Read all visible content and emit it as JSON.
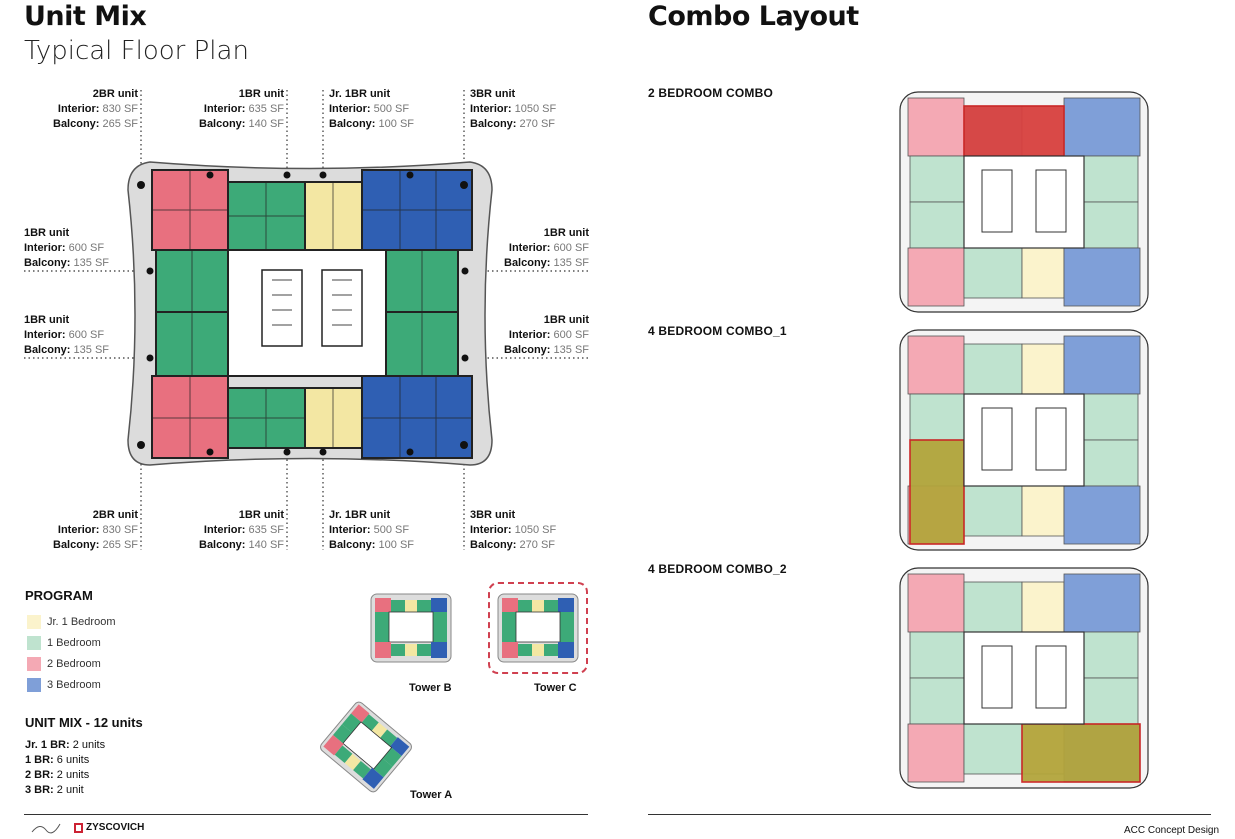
{
  "left": {
    "title": "Unit Mix",
    "subtitle": "Typical Floor Plan",
    "top_labels": [
      {
        "name": "2BR unit",
        "interior_key": "Interior:",
        "interior": "830 SF",
        "balcony_key": "Balcony:",
        "balcony": "265 SF"
      },
      {
        "name": "1BR unit",
        "interior_key": "Interior:",
        "interior": "635 SF",
        "balcony_key": "Balcony:",
        "balcony": "140 SF"
      },
      {
        "name": "Jr. 1BR unit",
        "interior_key": "Interior:",
        "interior": "500 SF",
        "balcony_key": "Balcony:",
        "balcony": "100 SF"
      },
      {
        "name": "3BR unit",
        "interior_key": "Interior:",
        "interior": "1050 SF",
        "balcony_key": "Balcony:",
        "balcony": "270 SF"
      }
    ],
    "side_labels": [
      {
        "name": "1BR unit",
        "interior_key": "Interior:",
        "interior": "600 SF",
        "balcony_key": "Balcony:",
        "balcony": "135 SF"
      },
      {
        "name": "1BR unit",
        "interior_key": "Interior:",
        "interior": "600 SF",
        "balcony_key": "Balcony:",
        "balcony": "135 SF"
      },
      {
        "name": "1BR unit",
        "interior_key": "Interior:",
        "interior": "600 SF",
        "balcony_key": "Balcony:",
        "balcony": "135 SF"
      },
      {
        "name": "1BR unit",
        "interior_key": "Interior:",
        "interior": "600 SF",
        "balcony_key": "Balcony:",
        "balcony": "135 SF"
      }
    ],
    "bottom_labels": [
      {
        "name": "2BR unit",
        "interior_key": "Interior:",
        "interior": "830 SF",
        "balcony_key": "Balcony:",
        "balcony": "265 SF"
      },
      {
        "name": "1BR unit",
        "interior_key": "Interior:",
        "interior": "635 SF",
        "balcony_key": "Balcony:",
        "balcony": "140 SF"
      },
      {
        "name": "Jr. 1BR unit",
        "interior_key": "Interior:",
        "interior": "500 SF",
        "balcony_key": "Balcony:",
        "balcony": "100 SF"
      },
      {
        "name": "3BR unit",
        "interior_key": "Interior:",
        "interior": "1050 SF",
        "balcony_key": "Balcony:",
        "balcony": "270 SF"
      }
    ],
    "program": {
      "title": "PROGRAM",
      "items": [
        {
          "label": "Jr. 1 Bedroom",
          "color": "#fbf3cc"
        },
        {
          "label": "1 Bedroom",
          "color": "#bfe3cf"
        },
        {
          "label": "2 Bedroom",
          "color": "#f4a9b4"
        },
        {
          "label": "3 Bedroom",
          "color": "#7f9fd8"
        }
      ]
    },
    "unit_mix": {
      "title": "UNIT MIX - 12 units",
      "rows": [
        {
          "key": "Jr. 1 BR:",
          "value": "2 units"
        },
        {
          "key": "1 BR:",
          "value": "6 units"
        },
        {
          "key": "2 BR:",
          "value": "2 units"
        },
        {
          "key": "3 BR:",
          "value": "2 unit"
        }
      ]
    },
    "towers": {
      "b": "Tower B",
      "c": "Tower C",
      "a": "Tower A"
    },
    "footer_logo": "ZYSCOVICH"
  },
  "right": {
    "title": "Combo Layout",
    "combos": [
      {
        "title": "2 BEDROOM COMBO"
      },
      {
        "title": "4 BEDROOM COMBO_1"
      },
      {
        "title": "4 BEDROOM COMBO_2"
      }
    ],
    "footer": "ACC Concept Design"
  },
  "colors": {
    "jr1": "#fbf3cc",
    "br1": "#bfe3cf",
    "br2": "#f4a9b4",
    "br3": "#7f9fd8",
    "br1_dark": "#3daa78",
    "br2_dark": "#e8707f",
    "br3_dark": "#2f5fb3",
    "combo_red": "#d84040",
    "combo_olive": "#b3a53c"
  }
}
